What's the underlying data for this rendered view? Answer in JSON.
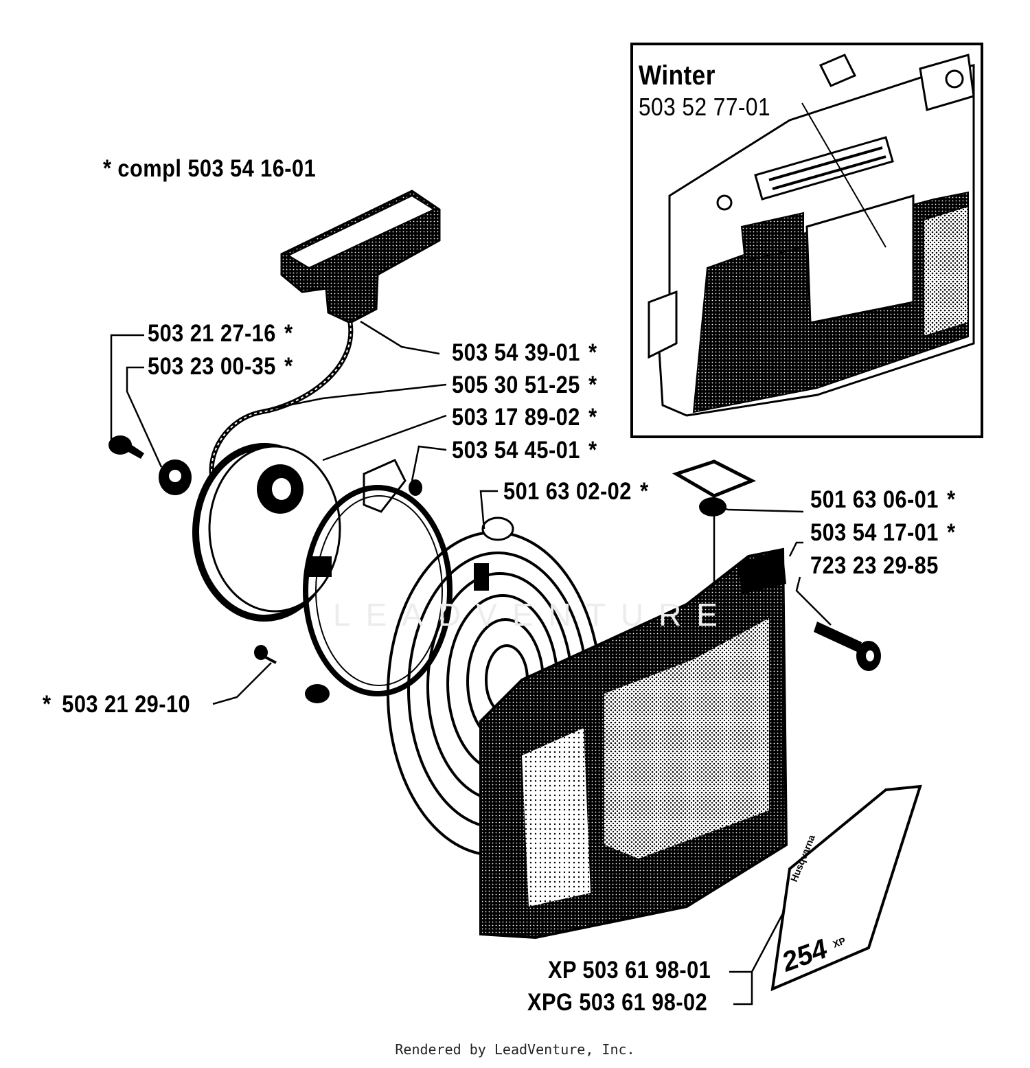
{
  "diagram": {
    "compl_label": "* compl 503 54 16-01",
    "inset": {
      "title": "Winter",
      "part": "503 52 77-01"
    },
    "callouts": {
      "screw_top": "503 21 27-16",
      "washer": "503 23 00-35",
      "handle": "503 54 39-01",
      "rope": "505 30 51-25",
      "pulley": "503 17 89-02",
      "pawl_spring": "503 54 45-01",
      "spring_screw": "501 63 02-02",
      "cap_top": "501 63 06-01",
      "cap_mid": "503 54 17-01",
      "cover_screw": "723 23 29-85",
      "bottom_screw": "503 21 29-10",
      "decal_xp": "XP 503 61 98-01",
      "decal_xpg": "XPG 503 61 98-02"
    },
    "star": "*",
    "decal_text": "254",
    "decal_small_text": "XP",
    "decal_top_text": "Husqvarna"
  },
  "footer": "Rendered by LeadVenture, Inc.",
  "watermark": "LEADVENTURE",
  "colors": {
    "ink": "#000000",
    "paper": "#ffffff"
  }
}
